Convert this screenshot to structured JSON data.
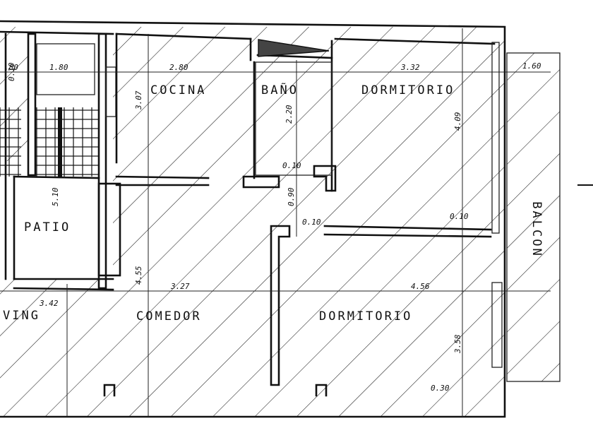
{
  "plan": {
    "rooms": {
      "living": "VING",
      "cocina": "COCINA",
      "bano": "BAÑO",
      "dormitorio_1": "DORMITORIO",
      "patio": "PATIO",
      "comedor": "COMEDOR",
      "dormitorio_2": "DORMITORIO",
      "balcon": "BALCON"
    },
    "dimensions": {
      "d_080": ".80",
      "d_180": "1.80",
      "d_280": "2.80",
      "d_332": "3.32",
      "d_160": "1.60",
      "d_307": "3.07",
      "d_220": "2.20",
      "d_409": "4.09",
      "d_510": "5.10",
      "d_010": "0.10",
      "d_090": "0.90",
      "d_010b": "0.10",
      "d_010c": "0.10",
      "d_010d": "0.10",
      "d_455": "4.55",
      "d_327": "3.27",
      "d_342": "3.42",
      "d_456": "4.56",
      "d_358": "3.58",
      "d_030": "0.30"
    },
    "colors": {
      "ink": "#111111",
      "paper": "#ffffff"
    }
  }
}
